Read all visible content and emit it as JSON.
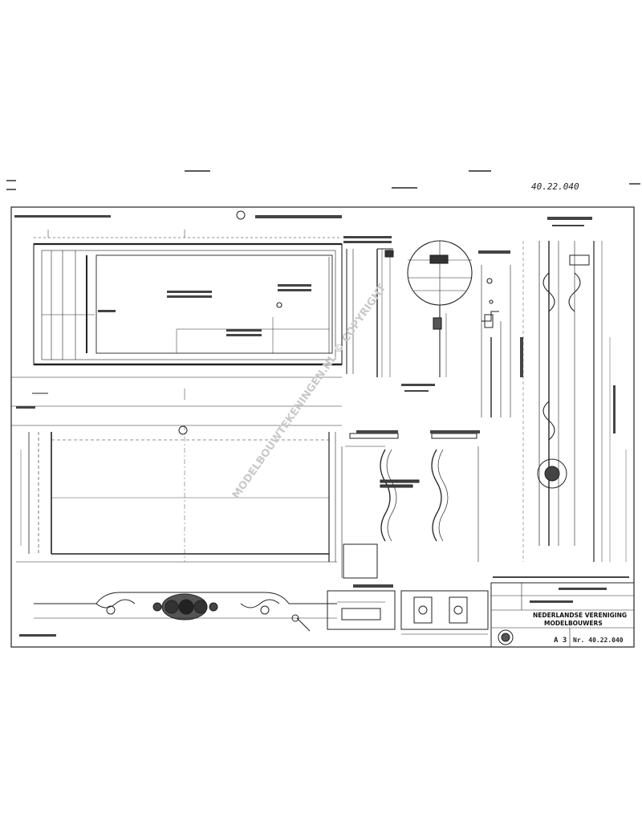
{
  "drawing": {
    "handwritten_number": "40.22.040",
    "watermark": "MODELBOUWTEKENINGEN.NL © COPYRIGHT",
    "title_block": {
      "org_line_1": "NEDERLANDSE VERENIGING",
      "org_line_2": "MODELBOUWERS",
      "sheet_size": "A 3",
      "drawing_no": "Nr. 40.22.040"
    }
  },
  "colors": {
    "ink": "#222222",
    "paper": "#ffffff",
    "watermark": "#c9c9c9"
  }
}
